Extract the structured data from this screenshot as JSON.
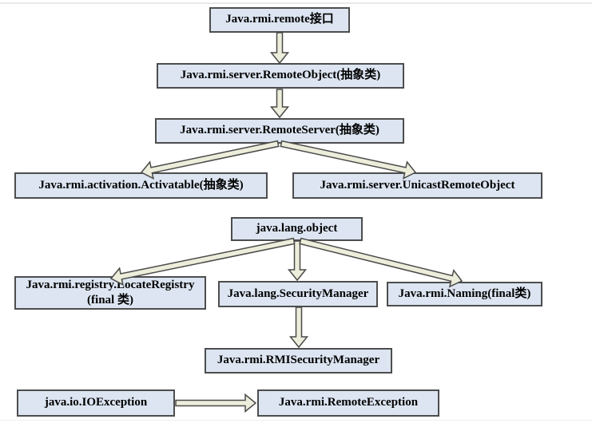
{
  "diagram": {
    "colors": {
      "node_fill": "#dce5f1",
      "node_border": "#4d4d4d",
      "arrow_fill": "#ededdb",
      "arrow_border": "#4a4a4a",
      "background": "#ffffff",
      "rule": "#e8e8e8"
    },
    "nodes": [
      {
        "id": "remote-interface",
        "label": "Java.rmi.remote接口"
      },
      {
        "id": "remote-object",
        "label": "Java.rmi.server.RemoteObject(抽象类)"
      },
      {
        "id": "remote-server",
        "label": "Java.rmi.server.RemoteServer(抽象类)"
      },
      {
        "id": "activatable",
        "label": "Java.rmi.activation.Activatable(抽象类)"
      },
      {
        "id": "unicast-remote-object",
        "label": "Java.rmi.server.UnicastRemoteObject"
      },
      {
        "id": "lang-object",
        "label": "java.lang.object"
      },
      {
        "id": "locate-registry",
        "label": "Java.rmi.registry.LocateRegistry",
        "label_line2": "(final 类)"
      },
      {
        "id": "security-manager",
        "label": "Java.lang.SecurityManager"
      },
      {
        "id": "naming",
        "label": "Java.rmi.Naming(final类)"
      },
      {
        "id": "rmi-security-manager",
        "label": "Java.rmi.RMISecurityManager"
      },
      {
        "id": "io-exception",
        "label": "java.io.IOException"
      },
      {
        "id": "remote-exception",
        "label": "Java.rmi.RemoteException"
      }
    ],
    "edges": [
      {
        "from": "remote-interface",
        "to": "remote-object"
      },
      {
        "from": "remote-object",
        "to": "remote-server"
      },
      {
        "from": "remote-server",
        "to": "activatable"
      },
      {
        "from": "remote-server",
        "to": "unicast-remote-object"
      },
      {
        "from": "lang-object",
        "to": "locate-registry"
      },
      {
        "from": "lang-object",
        "to": "security-manager"
      },
      {
        "from": "lang-object",
        "to": "naming"
      },
      {
        "from": "security-manager",
        "to": "rmi-security-manager"
      },
      {
        "from": "io-exception",
        "to": "remote-exception"
      }
    ]
  }
}
